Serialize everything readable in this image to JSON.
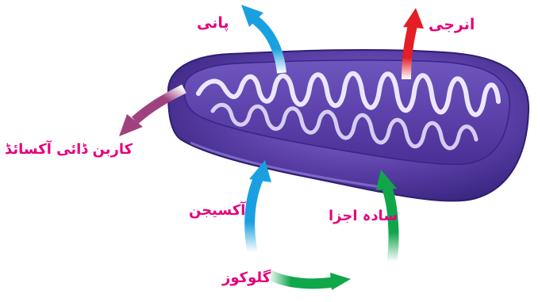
{
  "labels": {
    "water": "پانی",
    "energy": "انرجی",
    "carbon_dioxide": "کاربن ڈائی آکسائڈ",
    "oxygen": "آکسیجن",
    "simple_molecules": "سادہ اجزا",
    "glucose": "گلوکوز"
  },
  "colors": {
    "label_text": "#e5007e",
    "mitochondrion_outer": "#5a3fa6",
    "mitochondrion_inner": "#7c63c4",
    "cristae": "#e8e0ff",
    "arrow_blue": "#1aa0e0",
    "arrow_red": "#e41e26",
    "arrow_purple": "#a0417f",
    "arrow_green": "#10a64a"
  },
  "icons": {
    "organelle": "mitochondrion-icon"
  }
}
